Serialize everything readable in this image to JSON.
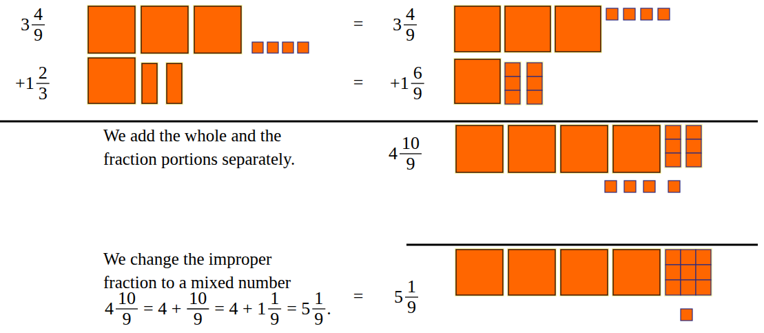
{
  "diagram": {
    "labels": [
      "3",
      "4",
      "9",
      "=",
      "3",
      "4",
      "9",
      "+1",
      "2",
      "3",
      "=",
      "+1",
      "6",
      "9",
      "We add the whole and the fraction portions separately.",
      "4",
      "10",
      "9",
      "We change the improper fraction to a mixed number",
      "4",
      "10",
      "9",
      "= 4 +",
      "10",
      "9",
      "= 4 + 1",
      "1",
      "9",
      "= 5",
      "1",
      "9",
      ".",
      "=",
      "5",
      "1",
      "9"
    ]
  }
}
